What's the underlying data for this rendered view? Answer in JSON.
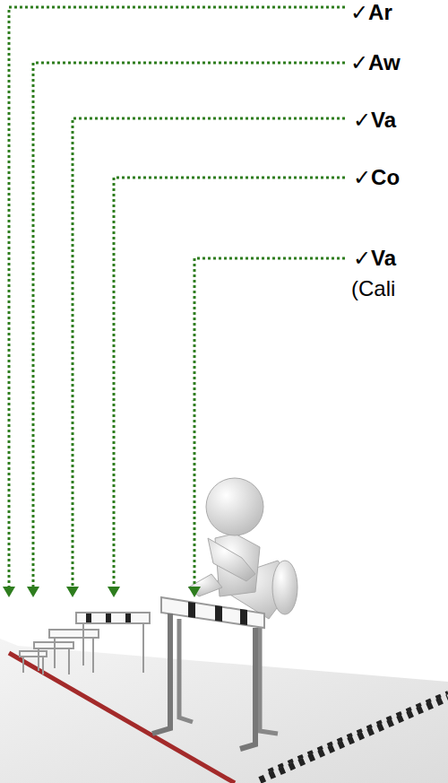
{
  "diagram": {
    "labels": [
      "✓Ar",
      "✓Aw",
      "✓Va",
      "✓Co",
      "✓Va",
      "(Cali"
    ]
  }
}
